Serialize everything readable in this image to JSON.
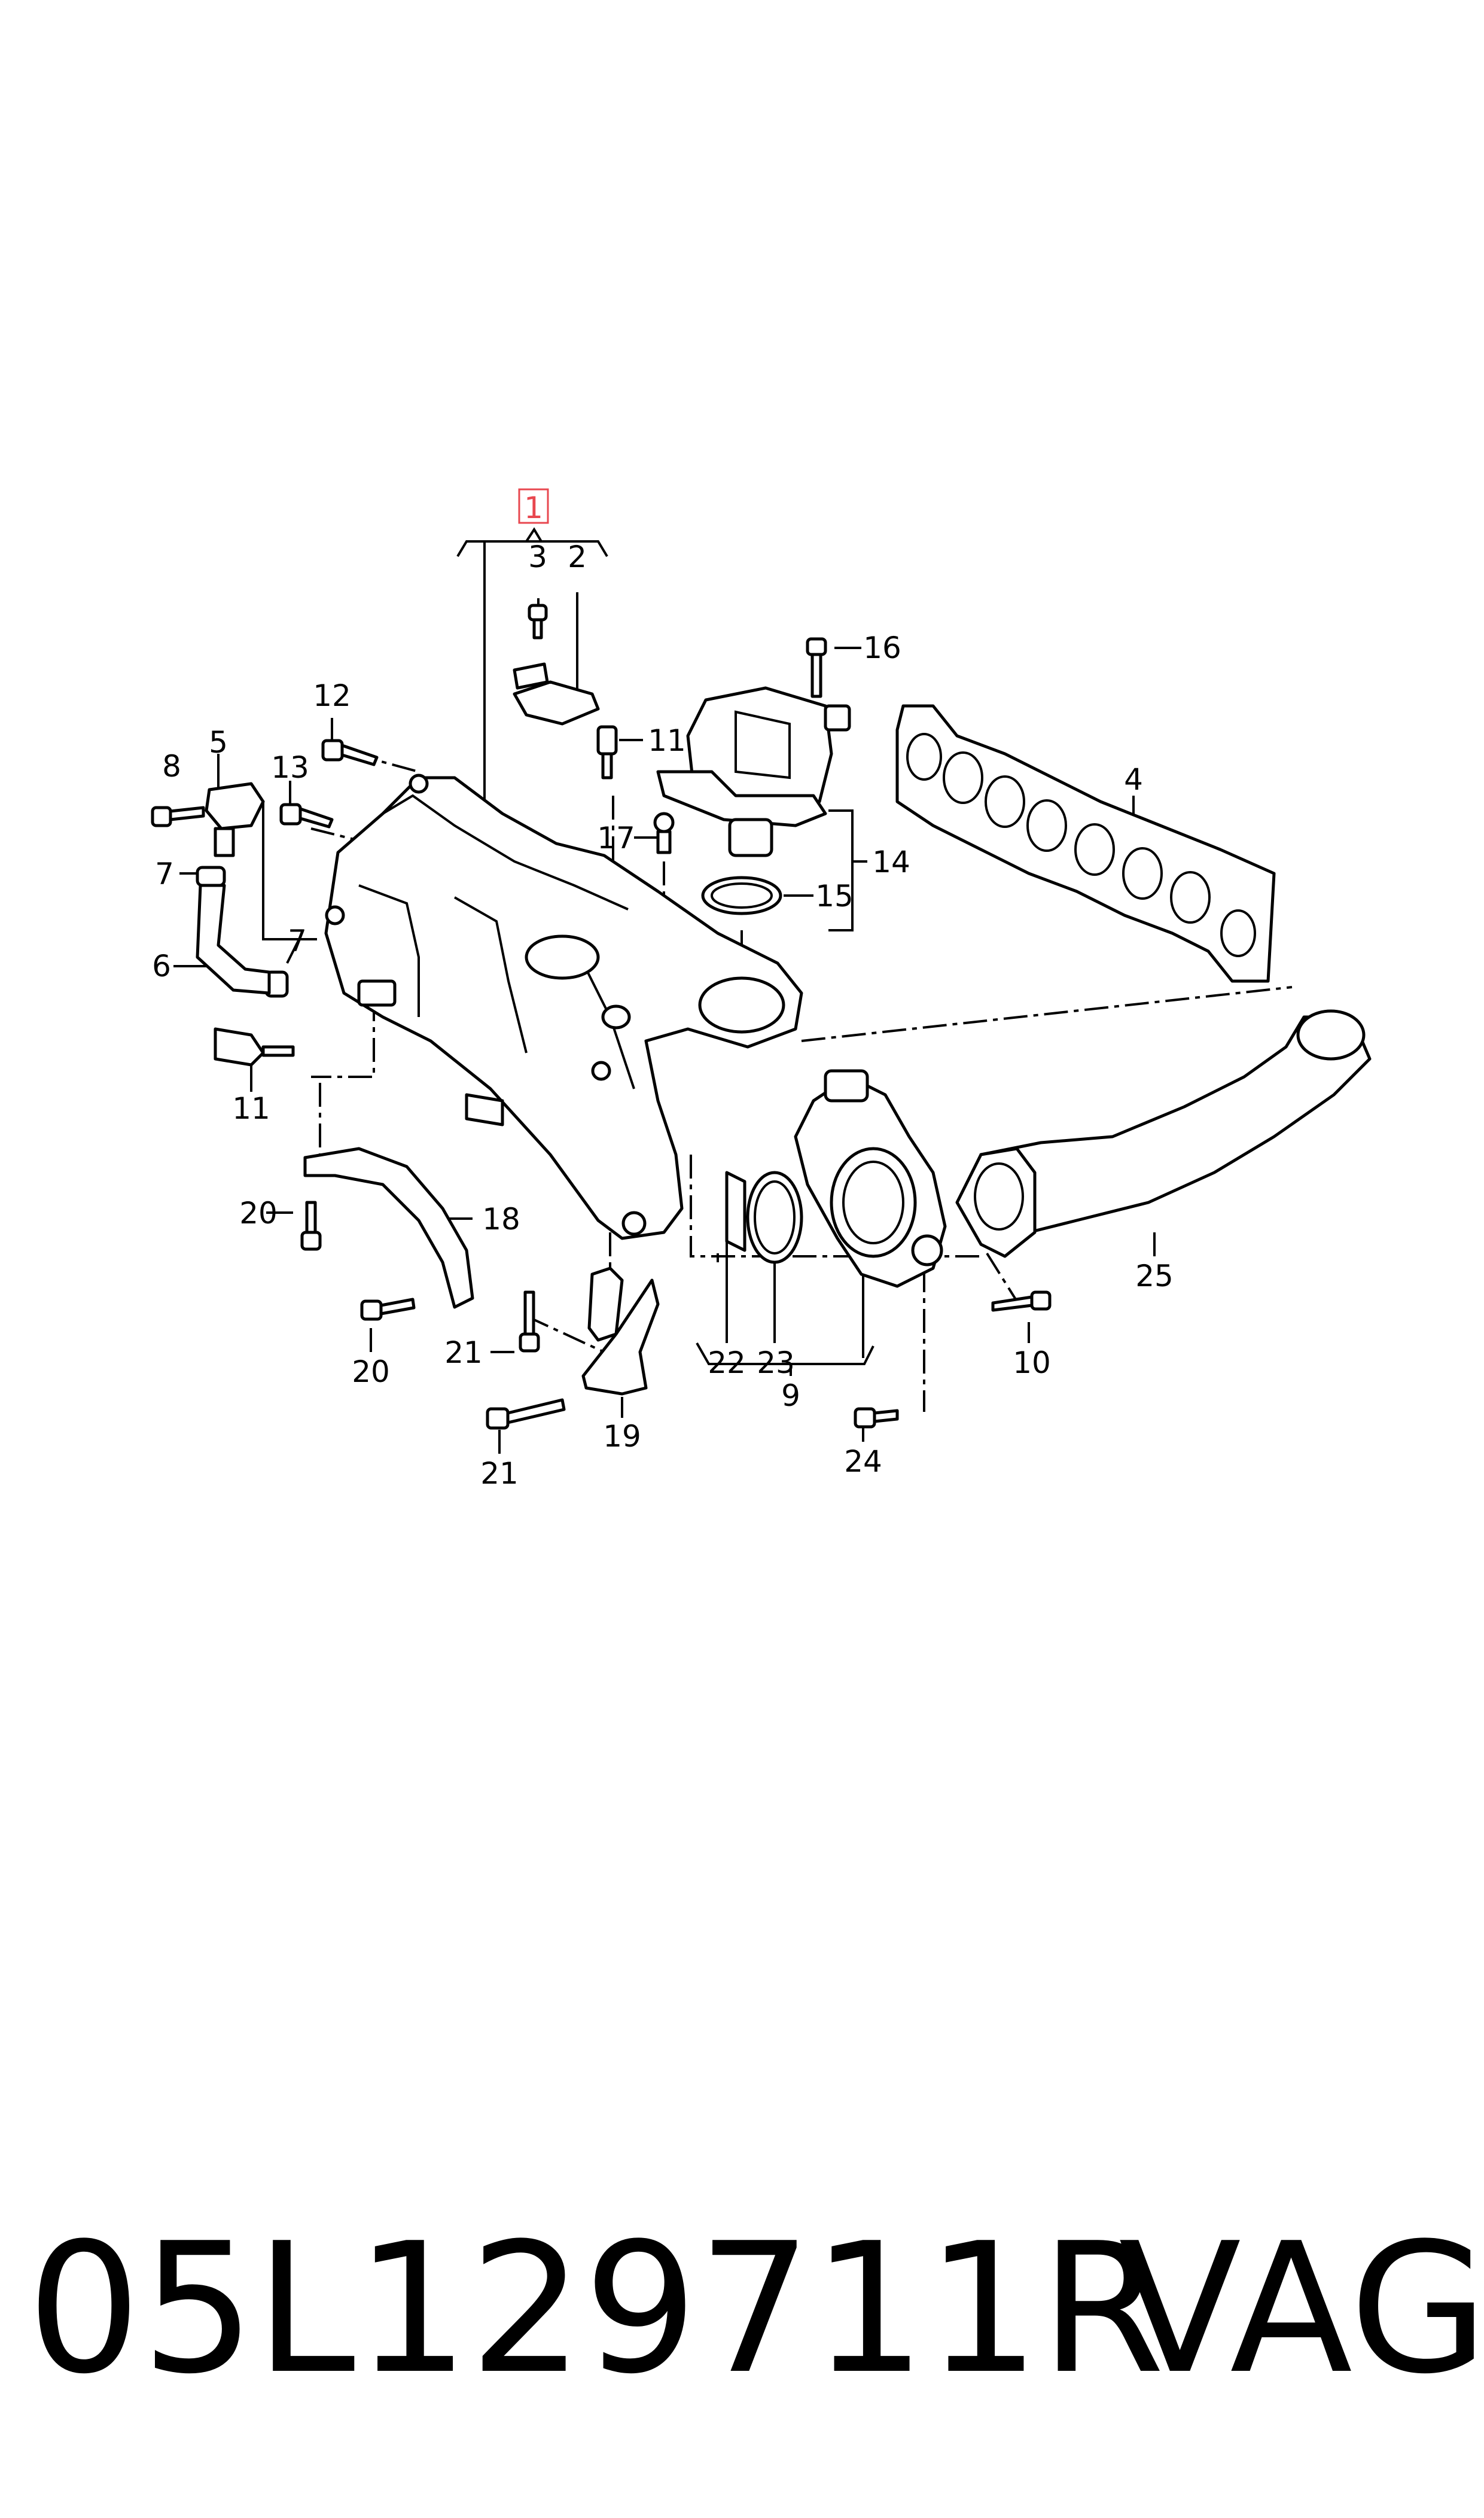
{
  "callouts": {
    "c1": "1",
    "c2": "2",
    "c3": "3",
    "c4": "4",
    "c5": "5",
    "c6": "6",
    "c7a": "7",
    "c7b": "7",
    "c8": "8",
    "c9": "9",
    "c10": "10",
    "c11a": "11",
    "c11b": "11",
    "c12": "12",
    "c13": "13",
    "c14": "14",
    "c15": "15",
    "c16": "16",
    "c17": "17",
    "c18": "18",
    "c19": "19",
    "c20a": "20",
    "c20b": "20",
    "c21a": "21",
    "c21b": "21",
    "c22": "22",
    "c23": "23",
    "c24": "24",
    "c25": "25"
  },
  "highlight_color": "#e8474f",
  "footer": {
    "part_number": "05L129711R",
    "brand": "VAG"
  }
}
